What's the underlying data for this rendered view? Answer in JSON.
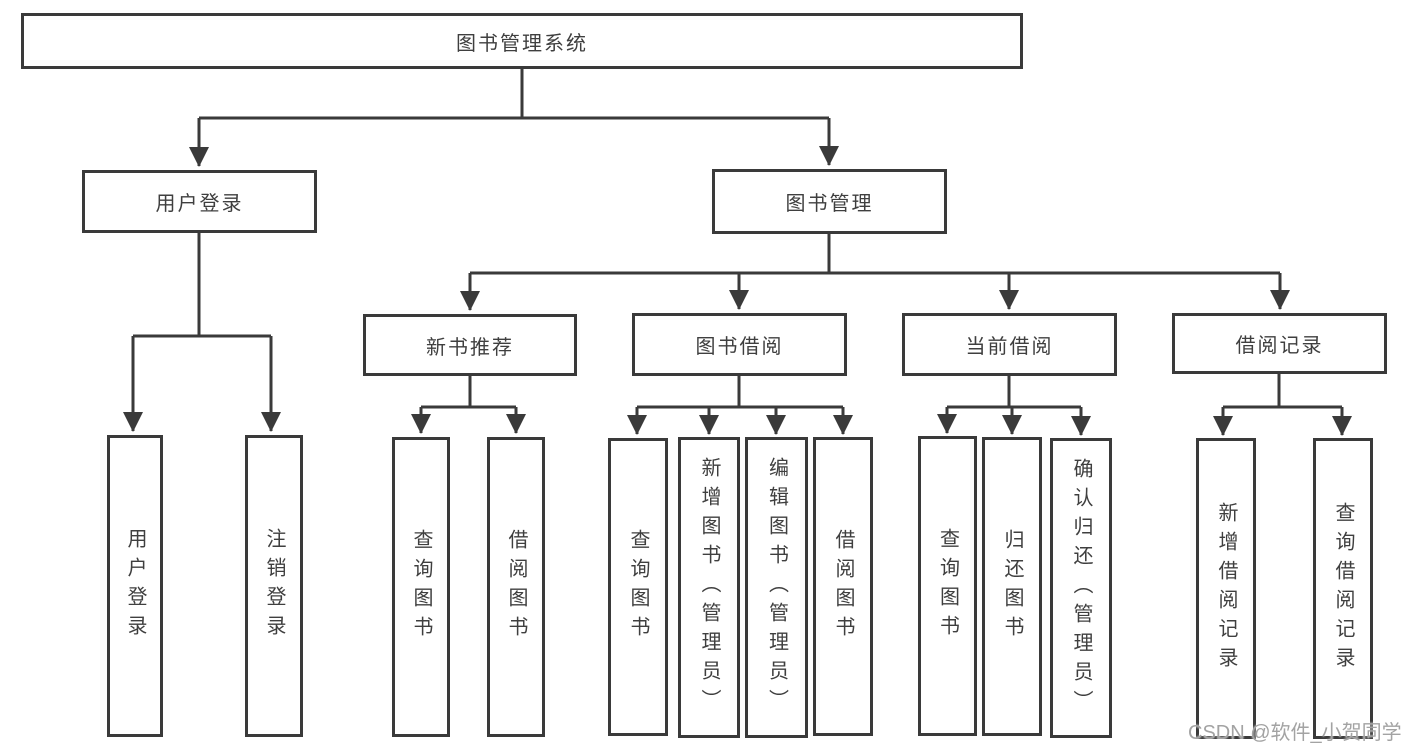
{
  "tree": {
    "root": {
      "label": "图书管理系统"
    },
    "branches": [
      {
        "label": "用户登录",
        "leaves": [
          {
            "label": "用户登录"
          },
          {
            "label": "注销登录"
          }
        ]
      },
      {
        "label": "图书管理",
        "groups": [
          {
            "label": "新书推荐",
            "leaves": [
              {
                "label": "查询图书"
              },
              {
                "label": "借阅图书"
              }
            ]
          },
          {
            "label": "图书借阅",
            "leaves": [
              {
                "label": "查询图书"
              },
              {
                "label": "新增图书（管理员）"
              },
              {
                "label": "编辑图书（管理员）"
              },
              {
                "label": "借阅图书"
              }
            ]
          },
          {
            "label": "当前借阅",
            "leaves": [
              {
                "label": "查询图书"
              },
              {
                "label": "归还图书"
              },
              {
                "label": "确认归还（管理员）"
              }
            ]
          },
          {
            "label": "借阅记录",
            "leaves": [
              {
                "label": "新增借阅记录"
              },
              {
                "label": "查询借阅记录"
              }
            ]
          }
        ]
      }
    ]
  },
  "watermark": {
    "text": "CSDN @软件_小贺同学"
  },
  "colors": {
    "line": "#3a3a3a",
    "box_background": "#ffffff",
    "text": "#3f3f3f",
    "watermark": "#a3a3a3"
  }
}
